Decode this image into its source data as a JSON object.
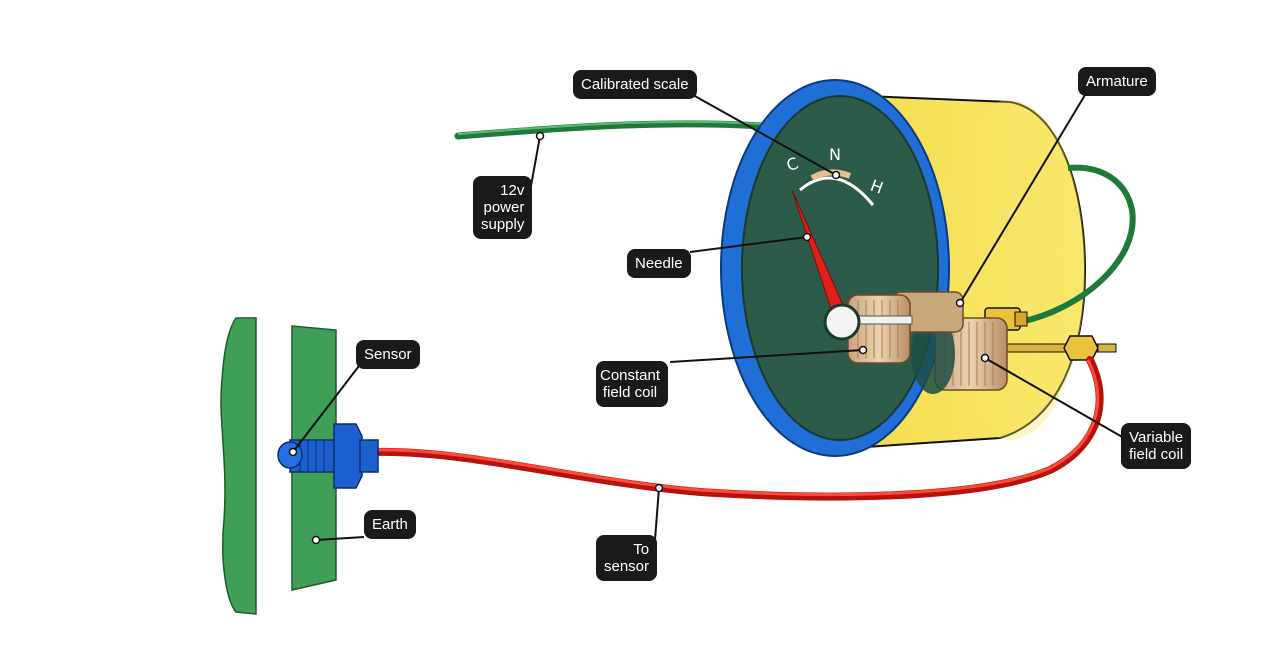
{
  "diagram": {
    "labels": {
      "calibrated_scale": "Calibrated scale",
      "armature": "Armature",
      "power_supply": "12v\npower\nsupply",
      "needle": "Needle",
      "constant_field_coil": "Constant\nfield coil",
      "variable_field_coil": "Variable\nfield coil",
      "sensor": "Sensor",
      "earth": "Earth",
      "to_sensor": "To\nsensor"
    },
    "dial_marks": {
      "cold": "C",
      "normal": "N",
      "hot": "H"
    },
    "colors": {
      "bezel": "#1f6fd6",
      "dial_face": "#2d5b4a",
      "gauge_body": "#f7e35a",
      "wire_power": "#1f7a3a",
      "wire_sensor": "#e8231e",
      "engine_block": "#3f9f58",
      "sensor_body": "#1e5fd0",
      "needle": "#e0201a",
      "coil": "#d7b28a",
      "label_bg": "#1a1a1a",
      "label_text": "#ffffff"
    }
  }
}
